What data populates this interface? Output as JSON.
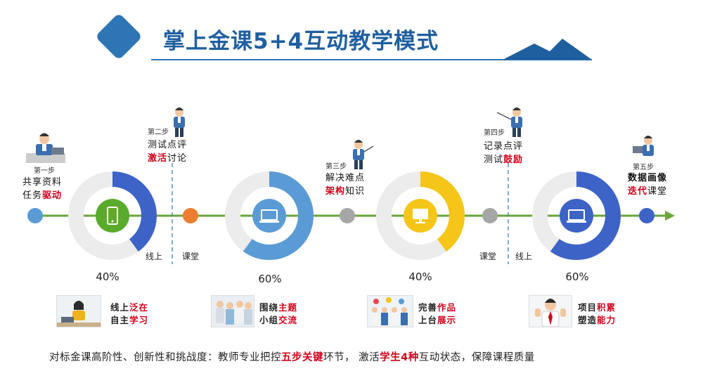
{
  "title": "掌上金课5+4互动教学模式",
  "steps": [
    {
      "label": "第一步",
      "line1": "共享资料",
      "line2_a": "任务",
      "line2_b": "驱动"
    },
    {
      "label": "第二步",
      "line1": "测试点评",
      "line2_a": "激活",
      "line2_b": "讨论"
    },
    {
      "label": "第三步",
      "line1": "解决难点",
      "line2_a": "架构",
      "line2_b": "知识"
    },
    {
      "label": "第四步",
      "line1": "记录点评",
      "line2_a": "测试",
      "line2_b": "鼓励"
    },
    {
      "label": "第五步",
      "line1": "数据画像",
      "line2_a": "迭代",
      "line2_b": "课堂"
    }
  ],
  "rings": [
    {
      "percent": "40%",
      "value": 0.4,
      "color": "#3e63c7",
      "icon": "mobile-phone-icon",
      "icon_bg": "#5aab2c"
    },
    {
      "percent": "60%",
      "value": 0.6,
      "color": "#5b9bd5",
      "icon": "laptop-icon",
      "icon_bg": "#5b9bd5"
    },
    {
      "percent": "40%",
      "value": 0.4,
      "color": "#f5c518",
      "icon": "monitor-icon",
      "icon_bg": "#f5c518"
    },
    {
      "percent": "60%",
      "value": 0.6,
      "color": "#3e63c7",
      "icon": "laptop-icon",
      "icon_bg": "#3e63c7"
    }
  ],
  "divider_labels": {
    "online_1": "线上",
    "classroom_1": "课堂",
    "classroom_2": "课堂",
    "online_2": "线上"
  },
  "cards": [
    {
      "line1_a": "线上",
      "line1_b": "泛在",
      "line2_a": "自主",
      "line2_b": "学习"
    },
    {
      "line1_a": "围绕",
      "line1_b": "主题",
      "line2_a": "小组",
      "line2_b": "交流"
    },
    {
      "line1_a": "完善",
      "line1_b": "作品",
      "line2_a": "上台",
      "line2_b": "展示"
    },
    {
      "line1_a": "项目",
      "line1_b": "积累",
      "line2_a": "塑造",
      "line2_b": "能力"
    }
  ],
  "bottom": {
    "part1": "对标金课高阶性、创新性和挑战度：教师专业把控",
    "red1": "五步关键",
    "part2": "环节， 激活",
    "red2": "学生4种",
    "part3": "互动状态，保障课程质量"
  },
  "colors": {
    "title": "#1f5fa0",
    "timeline": "#6aa63a",
    "dot_start": "#5b9bd5",
    "dot_orange": "#ed7d31",
    "dot_gray": "#a6a6a6",
    "dot_end": "#3e63c7",
    "highlight": "#d0021b"
  }
}
